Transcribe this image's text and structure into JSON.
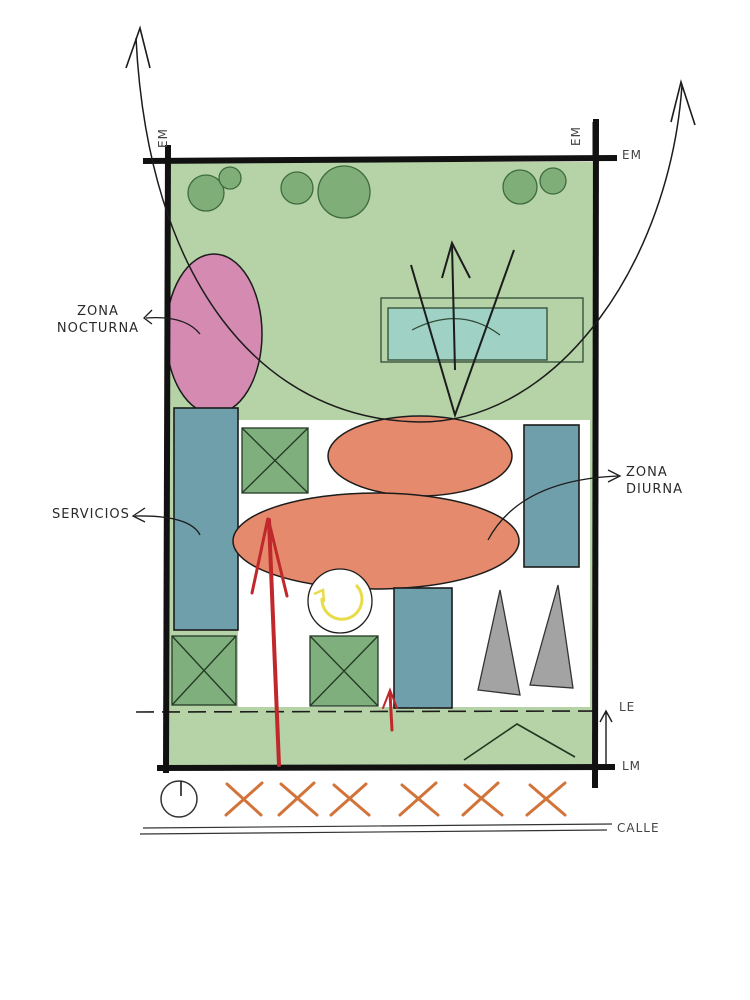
{
  "diagram": {
    "title": "Zoning sketch plan",
    "labels": {
      "zona_nocturna_line1": "ZONA",
      "zona_nocturna_line2": "NOCTURNA",
      "servicios": "SERVICIOS",
      "zona_diurna_line1": "ZONA",
      "zona_diurna_line2": "DIURNA",
      "em_top_left_vertical": "EM",
      "em_top_right_vertical": "EM",
      "em_right": "EM",
      "le": "LE",
      "lm": "LM",
      "calle": "CALLE"
    },
    "colors": {
      "garden_green": "#b5d3a6",
      "tree_green": "#7fae78",
      "nocturnal_pink": "#d58ab2",
      "services_blue": "#6f9fab",
      "diurnal_orange": "#e58a6c",
      "pool_teal": "#9fd1c4",
      "box_green": "#7faf7c",
      "gray_cone": "#a3a3a3",
      "access_red": "#c0282c",
      "sun_yellow": "#e8dc4a",
      "street_x_orange": "#d2743a",
      "ink": "#1c1c1c"
    },
    "zones": [
      {
        "name": "zona-nocturna",
        "shape": "ellipse",
        "color": "nocturnal_pink"
      },
      {
        "name": "servicios",
        "shape": "rect",
        "color": "services_blue"
      },
      {
        "name": "zona-diurna-upper",
        "shape": "ellipse",
        "color": "diurnal_orange"
      },
      {
        "name": "zona-diurna-lower",
        "shape": "ellipse",
        "color": "diurnal_orange"
      },
      {
        "name": "pool",
        "shape": "rect",
        "color": "pool_teal"
      }
    ],
    "street_trees_count": 6,
    "trees_count": 5
  }
}
